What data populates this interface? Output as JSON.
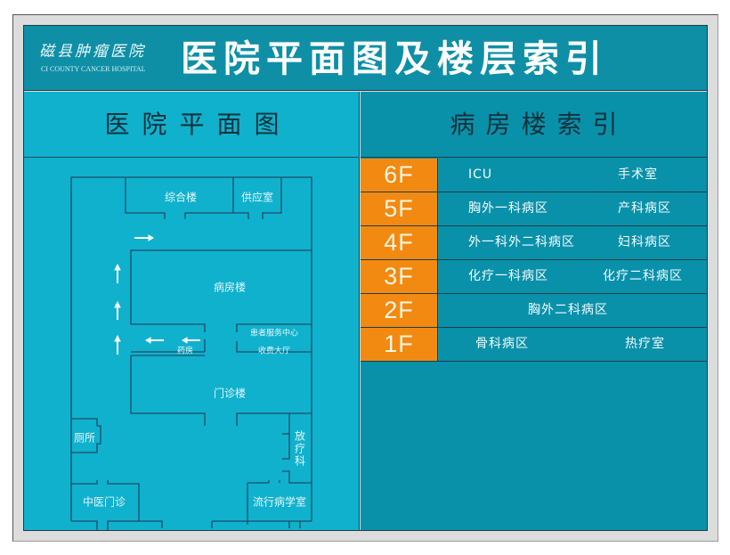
{
  "header": {
    "logo_cn": "磁县肿瘤医院",
    "logo_en": "CI COUNTY CANCER HOSPITAL",
    "title": "医院平面图及楼层索引"
  },
  "floor_plan": {
    "title": "医院平面图",
    "rooms": {
      "comprehensive_building": "综合楼",
      "supply_room": "供应室",
      "ward_building": "病房楼",
      "patient_service_center": "患者服务中心",
      "pharmacy": "药房",
      "payment_hall": "收费大厅",
      "outpatient_building": "门诊楼",
      "toilet": "厕所",
      "radiotherapy": "放疗科",
      "tcm_clinic": "中医门诊",
      "epidemiology_room": "流行病学室"
    },
    "arrows": [
      "right",
      "up",
      "up",
      "up",
      "left",
      "left"
    ]
  },
  "floor_index": {
    "title": "病房楼索引",
    "floors": [
      {
        "floor": "6F",
        "left": "ICU",
        "right": "手术室"
      },
      {
        "floor": "5F",
        "left": "胸外一科病区",
        "right": "产科病区"
      },
      {
        "floor": "4F",
        "left": "外一科外二科病区",
        "right": "妇科病区"
      },
      {
        "floor": "3F",
        "left": "化疗一科病区",
        "right": "化疗二科病区"
      },
      {
        "floor": "2F",
        "center": "胸外二科病区"
      },
      {
        "floor": "1F",
        "left": "骨科病区",
        "right": "热疗室"
      }
    ]
  },
  "colors": {
    "header_bg": "#0e8fa6",
    "left_panel_bg": "#10b1cd",
    "right_panel_bg": "#0a91aa",
    "floor_tag": "#f28a12",
    "frame": "#dcdcdc"
  }
}
